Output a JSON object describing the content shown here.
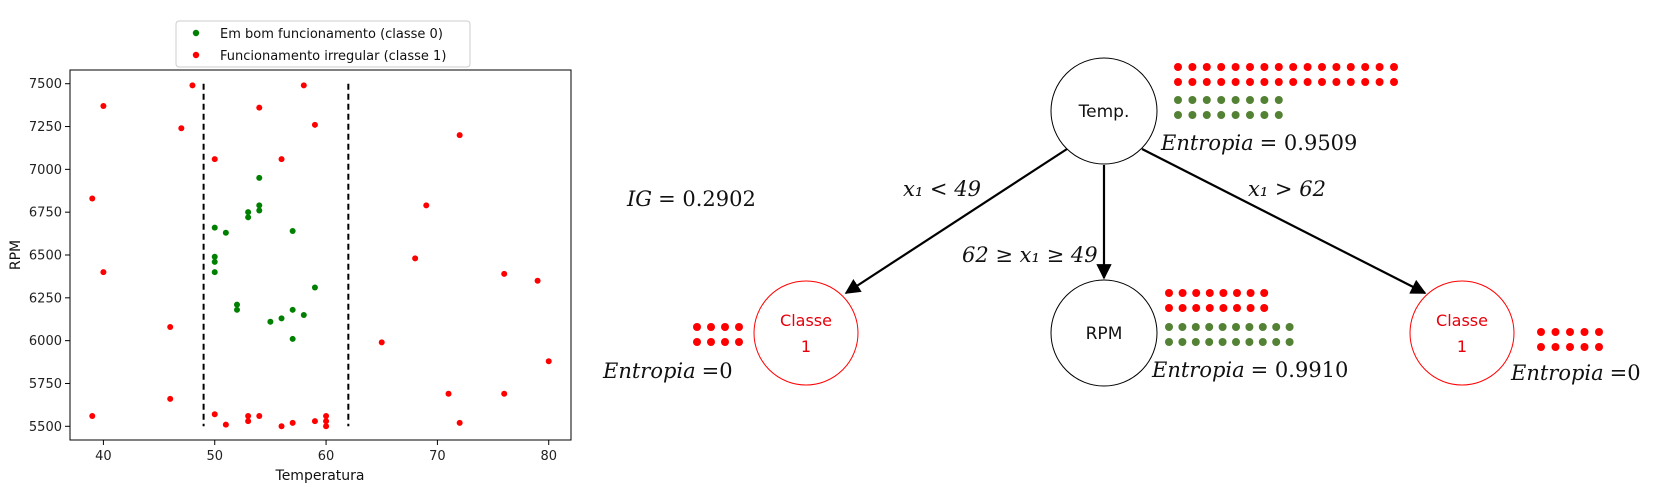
{
  "chart_data": {
    "type": "scatter",
    "xlabel": "Temperatura",
    "ylabel": "RPM",
    "xlim": [
      37,
      82
    ],
    "ylim": [
      5420,
      7580
    ],
    "xticks": [
      40,
      50,
      60,
      70,
      80
    ],
    "yticks": [
      5500,
      5750,
      6000,
      6250,
      6500,
      6750,
      7000,
      7250,
      7500
    ],
    "vlines": [
      49,
      62
    ],
    "legend_position": "top-center",
    "series": [
      {
        "name": "Em bom funcionamento (classe 0)",
        "color": "#008000",
        "points": [
          [
            54,
            6950
          ],
          [
            54,
            6790
          ],
          [
            54,
            6760
          ],
          [
            53,
            6750
          ],
          [
            53,
            6720
          ],
          [
            50,
            6660
          ],
          [
            51,
            6630
          ],
          [
            57,
            6640
          ],
          [
            50,
            6490
          ],
          [
            50,
            6460
          ],
          [
            50,
            6400
          ],
          [
            59,
            6310
          ],
          [
            52,
            6210
          ],
          [
            52,
            6180
          ],
          [
            57,
            6180
          ],
          [
            58,
            6150
          ],
          [
            56,
            6130
          ],
          [
            55,
            6110
          ],
          [
            57,
            6010
          ]
        ]
      },
      {
        "name": "Funcionamento irregular (classe 1)",
        "color": "#ff0000",
        "points": [
          [
            48,
            7490
          ],
          [
            58,
            7490
          ],
          [
            40,
            7370
          ],
          [
            54,
            7360
          ],
          [
            47,
            7240
          ],
          [
            59,
            7260
          ],
          [
            72,
            7200
          ],
          [
            50,
            7060
          ],
          [
            56,
            7060
          ],
          [
            39,
            6830
          ],
          [
            69,
            6790
          ],
          [
            68,
            6480
          ],
          [
            40,
            6400
          ],
          [
            76,
            6390
          ],
          [
            79,
            6350
          ],
          [
            46,
            6080
          ],
          [
            65,
            5990
          ],
          [
            80,
            5880
          ],
          [
            71,
            5690
          ],
          [
            76,
            5690
          ],
          [
            46,
            5660
          ],
          [
            39,
            5560
          ],
          [
            50,
            5570
          ],
          [
            53,
            5560
          ],
          [
            54,
            5560
          ],
          [
            60,
            5560
          ],
          [
            60,
            5530
          ],
          [
            53,
            5530
          ],
          [
            72,
            5520
          ],
          [
            57,
            5520
          ],
          [
            59,
            5530
          ],
          [
            51,
            5510
          ],
          [
            56,
            5500
          ],
          [
            60,
            5500
          ]
        ]
      }
    ]
  },
  "tree": {
    "ig_label": "IG",
    "ig_value": "= 0.2902",
    "root": {
      "label": "Temp.",
      "entropy_label": "Entropia",
      "entropy_value": "= 0.9509",
      "counts": {
        "red": 32,
        "green": 16
      }
    },
    "edges": {
      "left": "x₁ < 49",
      "middle": "62 ≥ x₁ ≥ 49",
      "right": "x₁ > 62"
    },
    "left_leaf": {
      "label_line1": "Classe",
      "label_line2": "1",
      "entropy_label": "Entropia",
      "entropy_value": "=0",
      "counts": {
        "red": 8
      }
    },
    "middle_node": {
      "label": "RPM",
      "entropy_label": "Entropia",
      "entropy_value": "= 0.9910",
      "counts": {
        "red": 16,
        "green": 20
      }
    },
    "right_leaf": {
      "label_line1": "Classe",
      "label_line2": "1",
      "entropy_label": "Entropia",
      "entropy_value": "=0",
      "counts": {
        "red": 10
      }
    }
  },
  "colors": {
    "red": "#ff0000",
    "green": "#008000",
    "dot_green": "#548235",
    "node_red": "#e8000b"
  }
}
